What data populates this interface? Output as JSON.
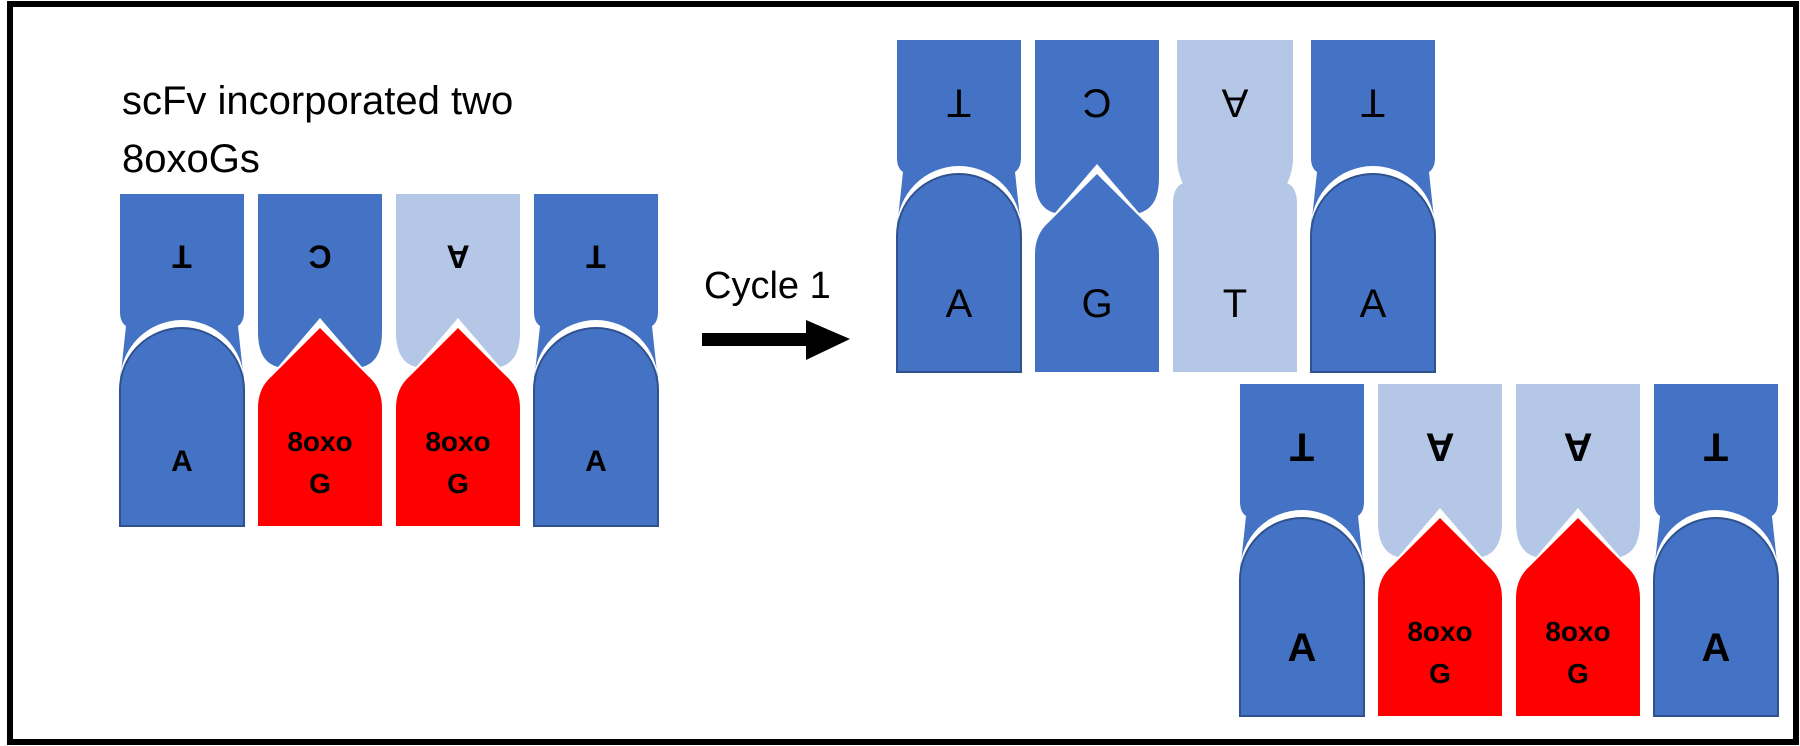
{
  "colors": {
    "blue": "#4472C4",
    "light_blue": "#B4C7E7",
    "red": "#FF0000",
    "stroke": "#2F528F",
    "frame": "#000000",
    "text": "#000000"
  },
  "caption": {
    "line1": "scFv incorporated two",
    "line2": "8oxoGs"
  },
  "arrow": {
    "label": "Cycle 1",
    "icon": "right-arrow-icon"
  },
  "panels": [
    {
      "name": "input-duplex",
      "top_strand": [
        {
          "letter": "T",
          "color": "blue"
        },
        {
          "letter": "C",
          "color": "blue"
        },
        {
          "letter": "A",
          "color": "light_blue"
        },
        {
          "letter": "T",
          "color": "blue"
        }
      ],
      "bottom_strand": [
        {
          "letter": "A",
          "color": "blue",
          "shape": "round"
        },
        {
          "letter": "8oxo G",
          "color": "red",
          "shape": "pointed"
        },
        {
          "letter": "8oxo G",
          "color": "red",
          "shape": "pointed"
        },
        {
          "letter": "A",
          "color": "blue",
          "shape": "round"
        }
      ]
    },
    {
      "name": "product-duplex-1",
      "top_strand": [
        {
          "letter": "T",
          "color": "blue"
        },
        {
          "letter": "C",
          "color": "blue"
        },
        {
          "letter": "A",
          "color": "light_blue"
        },
        {
          "letter": "T",
          "color": "blue"
        }
      ],
      "bottom_strand": [
        {
          "letter": "A",
          "color": "blue",
          "shape": "round"
        },
        {
          "letter": "G",
          "color": "blue",
          "shape": "pointed"
        },
        {
          "letter": "T",
          "color": "light_blue",
          "shape": "notched"
        },
        {
          "letter": "A",
          "color": "blue",
          "shape": "round"
        }
      ]
    },
    {
      "name": "product-duplex-2",
      "top_strand": [
        {
          "letter": "T",
          "color": "blue"
        },
        {
          "letter": "A",
          "color": "light_blue"
        },
        {
          "letter": "A",
          "color": "light_blue"
        },
        {
          "letter": "T",
          "color": "blue"
        }
      ],
      "bottom_strand": [
        {
          "letter": "A",
          "color": "blue",
          "shape": "round"
        },
        {
          "letter": "8oxo G",
          "color": "red",
          "shape": "pointed"
        },
        {
          "letter": "8oxo G",
          "color": "red",
          "shape": "pointed"
        },
        {
          "letter": "A",
          "color": "blue",
          "shape": "round"
        }
      ]
    }
  ]
}
